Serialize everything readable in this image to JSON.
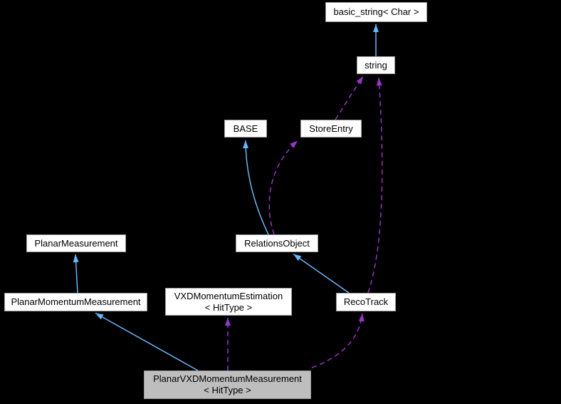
{
  "diagram": {
    "kind": "class-collaboration-graph",
    "colors": {
      "background": "#000000",
      "inheritance_edge": "#63B8FF",
      "usage_edge": "#9A32CD",
      "node_fill": "#FFFFFF",
      "node_border": "#9C9C9C",
      "focus_node_fill": "#BEBEBE",
      "node_text": "#000000"
    },
    "nodes": {
      "basic_string": {
        "lines": [
          "basic_string< Char >"
        ]
      },
      "string": {
        "lines": [
          "string"
        ]
      },
      "base": {
        "lines": [
          "BASE"
        ]
      },
      "store_entry": {
        "lines": [
          "StoreEntry"
        ]
      },
      "relations_object": {
        "lines": [
          "RelationsObject"
        ]
      },
      "planar_measurement": {
        "lines": [
          "PlanarMeasurement"
        ]
      },
      "planar_momentum_measurement": {
        "lines": [
          "PlanarMomentumMeasurement"
        ]
      },
      "vxd_momentum_estimation": {
        "lines": [
          "VXDMomentumEstimation",
          "< HitType >"
        ]
      },
      "reco_track": {
        "lines": [
          "RecoTrack"
        ]
      },
      "planar_vxd_momentum_measurement": {
        "lines": [
          "PlanarVXDMomentumMeasurement",
          "< HitType >"
        ],
        "focus": true
      }
    },
    "edges": [
      {
        "from": "string",
        "to": "basic_string",
        "type": "inheritance"
      },
      {
        "from": "relations_object",
        "to": "base",
        "type": "inheritance"
      },
      {
        "from": "reco_track",
        "to": "relations_object",
        "type": "inheritance"
      },
      {
        "from": "planar_momentum_measurement",
        "to": "planar_measurement",
        "type": "inheritance"
      },
      {
        "from": "planar_vxd_momentum_measurement",
        "to": "planar_momentum_measurement",
        "type": "inheritance"
      },
      {
        "from": "store_entry",
        "to": "string",
        "type": "usage"
      },
      {
        "from": "relations_object",
        "to": "store_entry",
        "type": "usage"
      },
      {
        "from": "reco_track",
        "to": "string",
        "type": "usage"
      },
      {
        "from": "planar_vxd_momentum_measurement",
        "to": "vxd_momentum_estimation",
        "type": "usage"
      },
      {
        "from": "planar_vxd_momentum_measurement",
        "to": "reco_track",
        "type": "usage"
      }
    ]
  }
}
